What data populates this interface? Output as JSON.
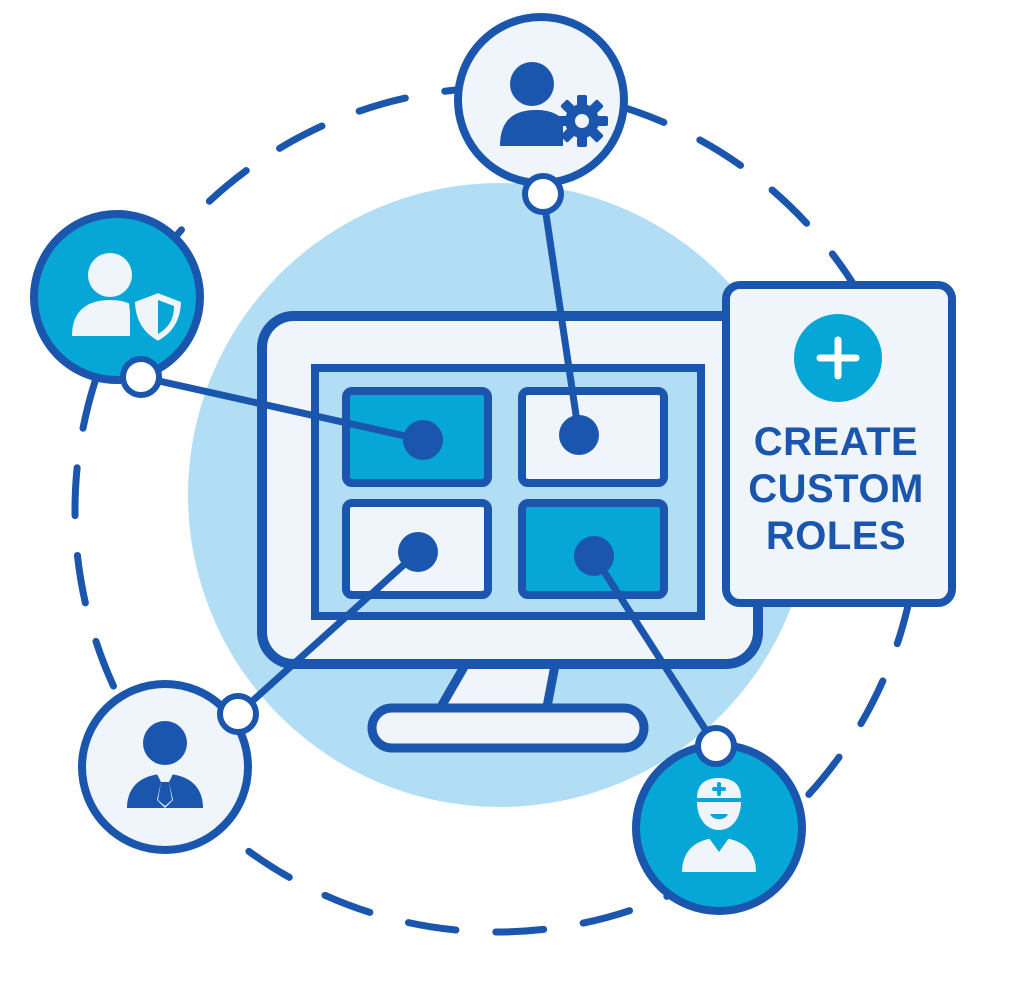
{
  "cta": {
    "lines": [
      "CREATE",
      "CUSTOM",
      "ROLES"
    ],
    "plus_symbol": "+"
  },
  "roles": [
    {
      "name": "admin-settings-role",
      "icon": "user-gear-icon",
      "style": "outline"
    },
    {
      "name": "security-role",
      "icon": "user-shield-icon",
      "style": "filled"
    },
    {
      "name": "business-role",
      "icon": "user-tie-icon",
      "style": "outline"
    },
    {
      "name": "medical-role",
      "icon": "nurse-icon",
      "style": "filled"
    }
  ],
  "colors": {
    "navy": "#1a56ad",
    "cyan": "#06a7d6",
    "light_blue_circle": "#b2def5",
    "pale_fill": "#eff5fa",
    "white": "#ffffff"
  }
}
